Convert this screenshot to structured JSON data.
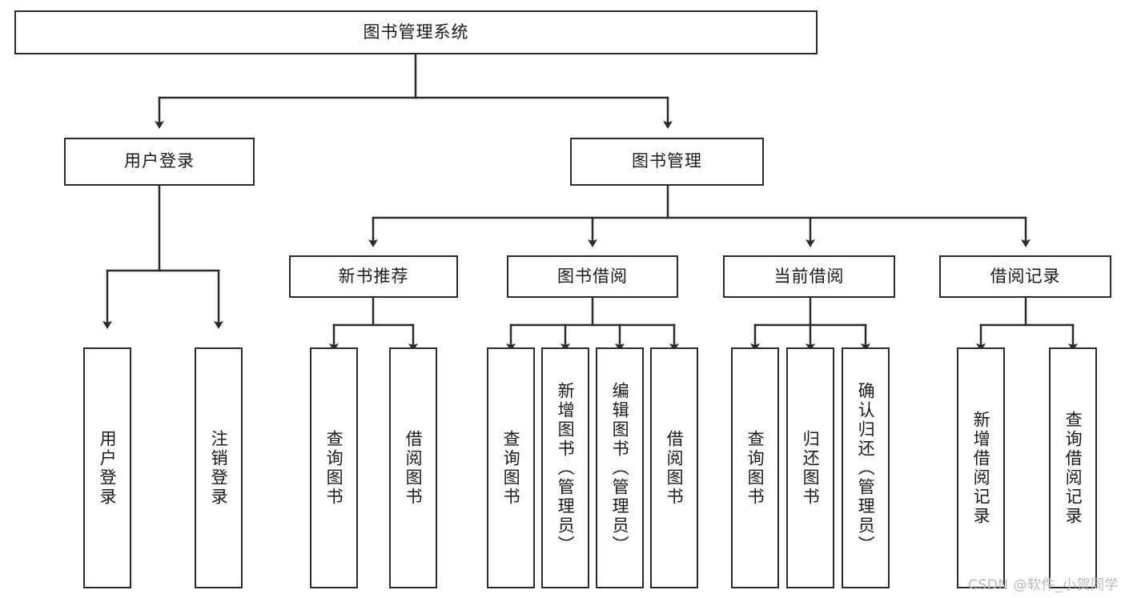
{
  "diagram": {
    "title": "图书管理系统",
    "root": {
      "id": "root",
      "label": "图书管理系统"
    },
    "level2": [
      {
        "id": "user-login",
        "label": "用户登录"
      },
      {
        "id": "book-manage",
        "label": "图书管理"
      }
    ],
    "level3": [
      {
        "id": "new-book-rec",
        "label": "新书推荐"
      },
      {
        "id": "book-borrow",
        "label": "图书借阅"
      },
      {
        "id": "current-borrow",
        "label": "当前借阅"
      },
      {
        "id": "borrow-record",
        "label": "借阅记录"
      }
    ],
    "leaves": [
      {
        "id": "leaf-user-login",
        "label": "用户登录",
        "parent": "user-login"
      },
      {
        "id": "leaf-user-logout",
        "label": "注销登录",
        "parent": "user-login"
      },
      {
        "id": "leaf-query-book-1",
        "label": "查询图书",
        "parent": "new-book-rec"
      },
      {
        "id": "leaf-borrow-book-1",
        "label": "借阅图书",
        "parent": "new-book-rec"
      },
      {
        "id": "leaf-query-book-2",
        "label": "查询图书",
        "parent": "book-borrow"
      },
      {
        "id": "leaf-add-book",
        "label": "新增图书（管理员）",
        "parent": "book-borrow"
      },
      {
        "id": "leaf-edit-book",
        "label": "编辑图书（管理员）",
        "parent": "book-borrow"
      },
      {
        "id": "leaf-borrow-book-2",
        "label": "借阅图书",
        "parent": "book-borrow"
      },
      {
        "id": "leaf-query-book-3",
        "label": "查询图书",
        "parent": "current-borrow"
      },
      {
        "id": "leaf-return-book",
        "label": "归还图书",
        "parent": "current-borrow"
      },
      {
        "id": "leaf-confirm-return",
        "label": "确认归还（管理员）",
        "parent": "current-borrow"
      },
      {
        "id": "leaf-add-record",
        "label": "新增借阅记录",
        "parent": "borrow-record"
      },
      {
        "id": "leaf-query-record",
        "label": "查询借阅记录",
        "parent": "borrow-record"
      }
    ],
    "colors": {
      "stroke": "#2b2b2b",
      "fill": "#ffffff",
      "text": "#1a1a1a",
      "watermark": "#b9b9b9"
    }
  },
  "watermark": {
    "text": "CSDN @软件_小贺同学"
  }
}
